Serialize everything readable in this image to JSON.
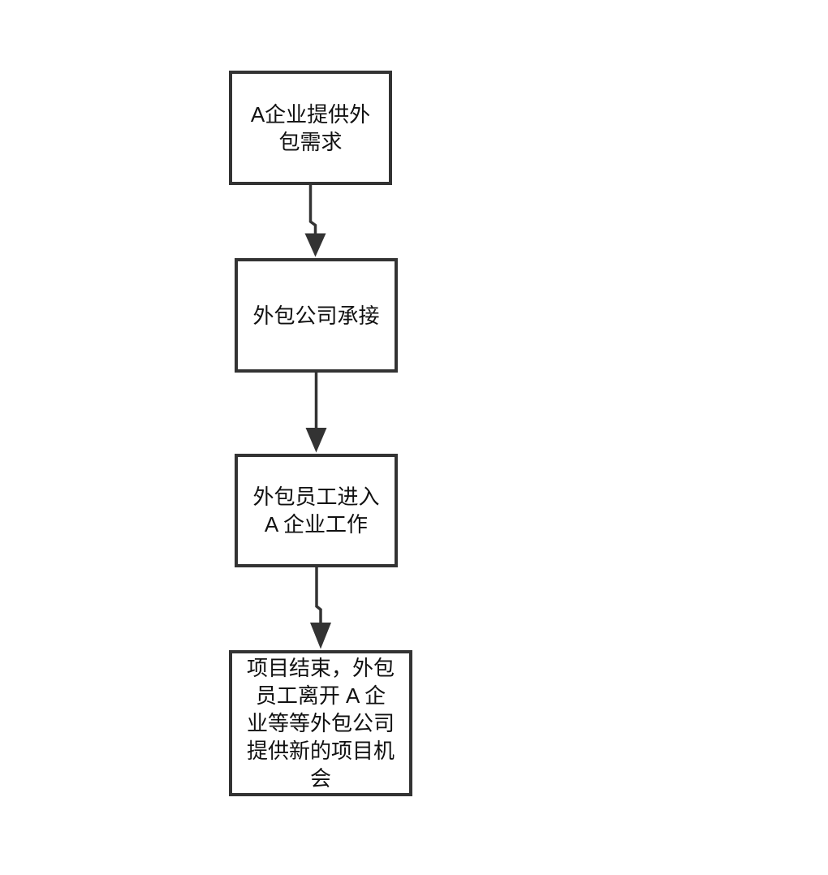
{
  "diagram": {
    "type": "flowchart",
    "colors": {
      "background": "#ffffff",
      "node_border": "#333333",
      "node_fill": "#ffffff",
      "arrow": "#333333",
      "text": "#111111"
    },
    "nodes": [
      {
        "id": "node-1",
        "label": "A企业提供外包需求",
        "display_text": "A企业提供外\n包需求"
      },
      {
        "id": "node-2",
        "label": "外包公司承接",
        "display_text": "外包公司承接"
      },
      {
        "id": "node-3",
        "label": "外包员工进入 A 企业工作",
        "display_text": "外包员工进入\nA 企业工作"
      },
      {
        "id": "node-4",
        "label": "项目结束，外包员工离开 A 企业等等外包公司提供新的项目机会",
        "display_text": "项目结束，外包\n员工离开 A 企\n业等等外包公司\n提供新的项目机\n会"
      }
    ],
    "edges": [
      {
        "from": "node-1",
        "to": "node-2",
        "direction": "down",
        "style": "solid-arrow"
      },
      {
        "from": "node-2",
        "to": "node-3",
        "direction": "down",
        "style": "solid-arrow"
      },
      {
        "from": "node-3",
        "to": "node-4",
        "direction": "down",
        "style": "solid-arrow"
      }
    ]
  }
}
